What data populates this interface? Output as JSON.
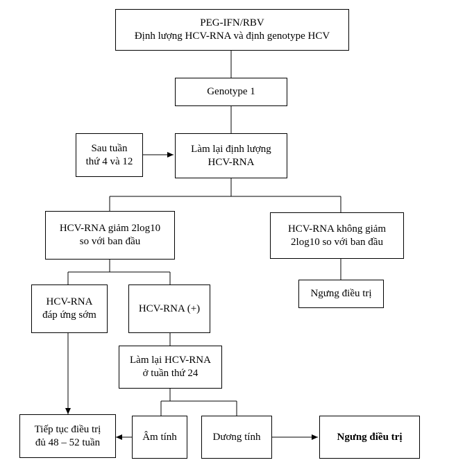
{
  "nodes": {
    "start": [
      "PEG-IFN/RBV",
      "Định lượng HCV-RNA và định genotype HCV"
    ],
    "genotype": [
      "Genotype 1"
    ],
    "after_week": [
      "Sau tuần",
      "thứ 4 và 12"
    ],
    "requant": [
      "Làm lại định lượng",
      "HCV-RNA"
    ],
    "decrease": [
      "HCV-RNA giảm 2log10",
      "so với ban đầu"
    ],
    "no_decrease": [
      "HCV-RNA không giảm",
      "2log10 so với ban đầu"
    ],
    "stop1": [
      "Ngưng điều trị"
    ],
    "early": [
      "HCV-RNA",
      "đáp ứng sớm"
    ],
    "positive": [
      "HCV-RNA (+)"
    ],
    "week24": [
      "Làm lại HCV-RNA",
      "ở tuần thứ 24"
    ],
    "continue": [
      "Tiếp tục điều trị",
      "đủ 48 – 52 tuần"
    ],
    "negative": [
      "Âm tính"
    ],
    "positive2": [
      "Dương tính"
    ],
    "stop2": [
      "Ngưng điều trị"
    ]
  }
}
